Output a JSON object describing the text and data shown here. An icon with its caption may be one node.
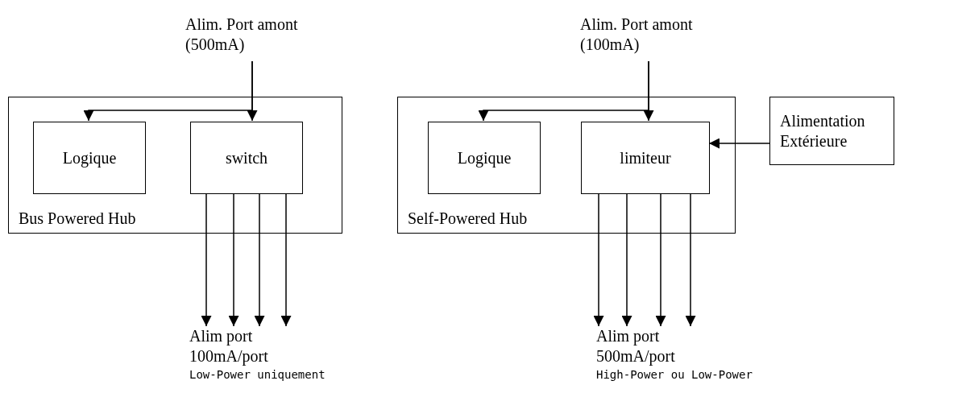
{
  "diagram": {
    "nodes": [
      {
        "text": [
          "Alim. Port amont (500mA)"
        ]
      },
      {
        "text": [
          "Bus Powered Hub"
        ]
      },
      {
        "text": [
          "Logique"
        ],
        "in": 1
      },
      {
        "text": [
          "switch"
        ],
        "in": 1
      },
      {
        "text": [
          "Alim port 100mA/port",
          "Low-Power uniquement"
        ]
      },
      {
        "text": [
          "Alim. Port amont (100mA)"
        ]
      },
      {
        "text": [
          "Self-Powered Hub"
        ]
      },
      {
        "text": [
          "Logique"
        ],
        "in": 6
      },
      {
        "text": [
          "limiteur"
        ],
        "in": 6
      },
      {
        "text": [
          "Alimentation Extérieure"
        ]
      },
      {
        "text": [
          "Alim port 500mA/port",
          "High-Power ou Low-Power"
        ]
      }
    ],
    "edges": [
      {
        "from": 0,
        "to": 3,
        "arrow": "to"
      },
      {
        "from": 0,
        "to": 2,
        "arrow": "to"
      },
      {
        "from": 3,
        "to": 4,
        "arrow": "to"
      },
      {
        "from": 3,
        "to": 4,
        "arrow": "to"
      },
      {
        "from": 3,
        "to": 4,
        "arrow": "to"
      },
      {
        "from": 3,
        "to": 4,
        "arrow": "to"
      },
      {
        "from": 5,
        "to": 8,
        "arrow": "to"
      },
      {
        "from": 5,
        "to": 7,
        "arrow": "to"
      },
      {
        "from": 9,
        "to": 8,
        "arrow": "to"
      },
      {
        "from": 8,
        "to": 10,
        "arrow": "to"
      },
      {
        "from": 8,
        "to": 10,
        "arrow": "to"
      },
      {
        "from": 8,
        "to": 10,
        "arrow": "to"
      },
      {
        "from": 8,
        "to": 10,
        "arrow": "to"
      }
    ]
  }
}
